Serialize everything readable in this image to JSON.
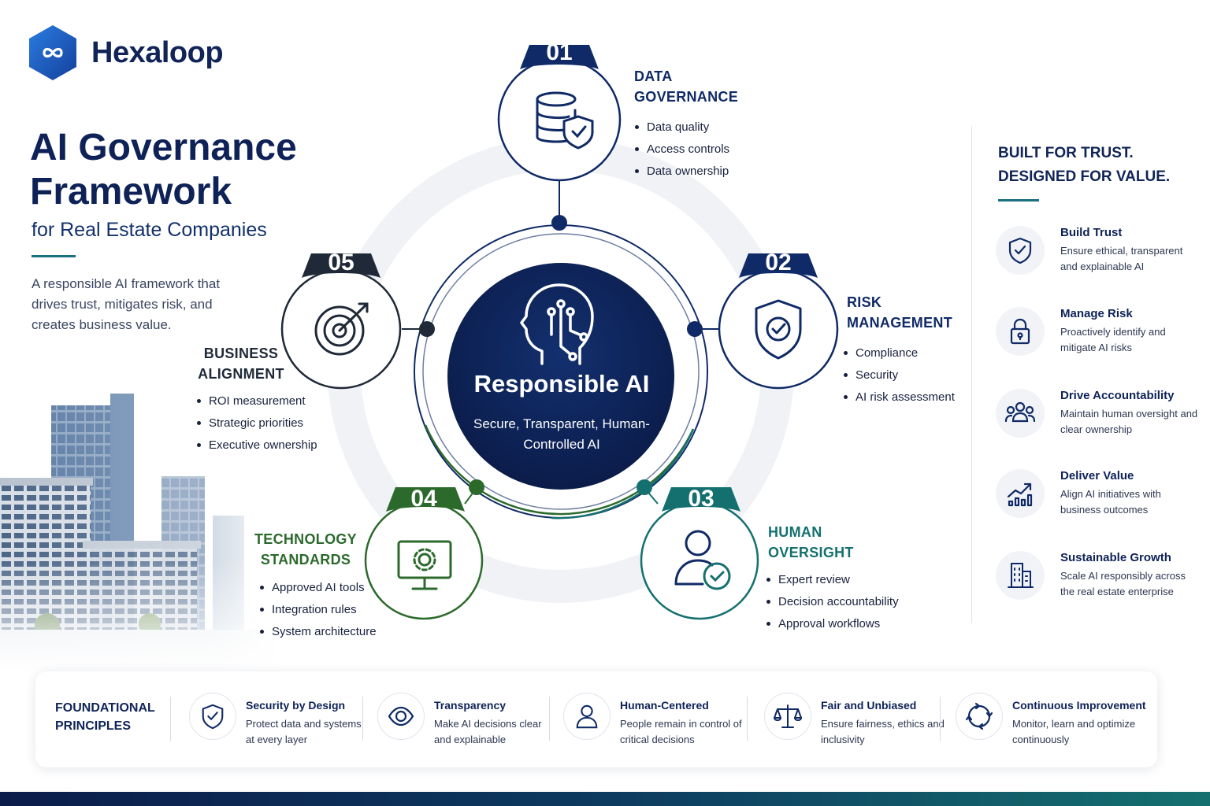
{
  "brand": {
    "name": "Hexaloop",
    "icon": "infinity-link-icon",
    "color": "#1d5fc8"
  },
  "header": {
    "title": "AI Governance Framework",
    "subtitle": "for Real Estate Companies",
    "intro": "A responsible AI framework that drives trust, mitigates risk, and creates business value."
  },
  "center": {
    "title": "Responsible AI",
    "subtitle": "Secure, Transparent, Human-Controlled AI",
    "icon": "ai-head-circuit-icon"
  },
  "pillars": [
    {
      "number": "01",
      "title_line1": "DATA",
      "title_line2": "GOVERNANCE",
      "icon": "database-shield-icon",
      "color": "#0f2a66",
      "items": [
        "Data quality",
        "Access controls",
        "Data ownership"
      ]
    },
    {
      "number": "02",
      "title_line1": "RISK",
      "title_line2": "MANAGEMENT",
      "icon": "shield-check-icon",
      "color": "#0f2a66",
      "items": [
        "Compliance",
        "Security",
        "AI risk assessment"
      ]
    },
    {
      "number": "03",
      "title_line1": "HUMAN",
      "title_line2": "OVERSIGHT",
      "icon": "user-check-icon",
      "color": "#14706f",
      "items": [
        "Expert review",
        "Decision accountability",
        "Approval workflows"
      ]
    },
    {
      "number": "04",
      "title_line1": "TECHNOLOGY",
      "title_line2": "STANDARDS",
      "icon": "monitor-gear-icon",
      "color": "#2c6a2c",
      "items": [
        "Approved AI tools",
        "Integration rules",
        "System architecture"
      ]
    },
    {
      "number": "05",
      "title_line1": "BUSINESS",
      "title_line2": "ALIGNMENT",
      "icon": "target-arrow-icon",
      "color": "#1f2937",
      "items": [
        "ROI measurement",
        "Strategic priorities",
        "Executive ownership"
      ]
    }
  ],
  "right_panel": {
    "heading_line1": "BUILT FOR TRUST.",
    "heading_line2": "DESIGNED FOR VALUE.",
    "items": [
      {
        "title": "Build Trust",
        "desc": "Ensure ethical, transparent and explainable AI",
        "icon": "shield-check-icon"
      },
      {
        "title": "Manage Risk",
        "desc": "Proactively identify and mitigate AI risks",
        "icon": "padlock-icon"
      },
      {
        "title": "Drive Accountability",
        "desc": "Maintain human oversight and clear ownership",
        "icon": "people-group-icon"
      },
      {
        "title": "Deliver Value",
        "desc": "Align AI initiatives with business outcomes",
        "icon": "growth-chart-icon"
      },
      {
        "title": "Sustainable Growth",
        "desc": "Scale AI responsibly across the real estate enterprise",
        "icon": "office-buildings-icon"
      }
    ]
  },
  "foundation": {
    "label_line1": "FOUNDATIONAL",
    "label_line2": "PRINCIPLES",
    "principles": [
      {
        "title": "Security by Design",
        "desc": "Protect data and systems at every layer",
        "icon": "shield-check-icon"
      },
      {
        "title": "Transparency",
        "desc": "Make AI decisions clear and explainable",
        "icon": "eye-icon"
      },
      {
        "title": "Human-Centered",
        "desc": "People remain in control of critical decisions",
        "icon": "person-icon"
      },
      {
        "title": "Fair and Unbiased",
        "desc": "Ensure fairness, ethics and inclusivity",
        "icon": "balance-scale-icon"
      },
      {
        "title": "Continuous Improvement",
        "desc": "Monitor, learn and optimize continuously",
        "icon": "cycle-arrows-icon"
      }
    ]
  }
}
